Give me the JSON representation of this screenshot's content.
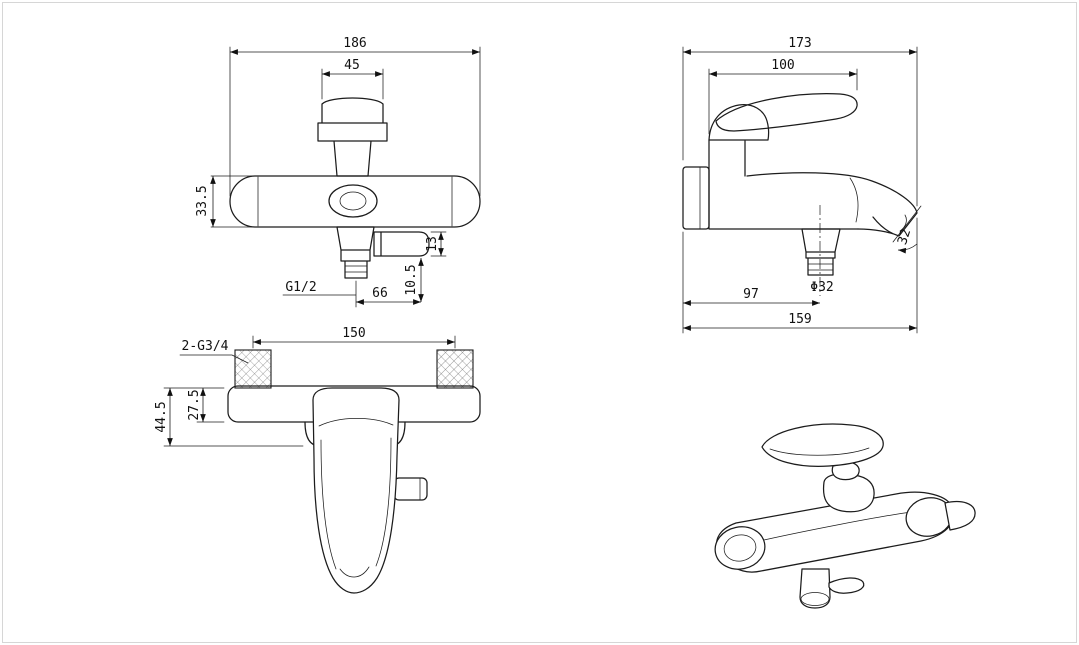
{
  "page": {
    "background_color": "#ffffff",
    "line_color": "#1c1c1c",
    "drawing_type": "bath mixer faucet technical drawing"
  },
  "front_view": {
    "dim_overall_width": "186",
    "dim_handle_cap_width": "45",
    "dim_body_height": "33.5",
    "dim_spout_height": "13",
    "dim_spout_drop": "10.5",
    "dim_spout_reach": "66",
    "label_outlet_thread": "G1/2"
  },
  "side_view": {
    "dim_overall_depth": "173",
    "dim_handle_reach": "100",
    "dim_outlet_depth": "97",
    "dim_total_reach": "159",
    "label_outlet_diameter": "Φ32",
    "dim_spout_angle": "32"
  },
  "rear_view": {
    "dim_inlet_spacing": "150",
    "label_inlet_thread": "2-G3/4",
    "dim_overall_height": "44.5",
    "dim_body_height": "27.5"
  }
}
